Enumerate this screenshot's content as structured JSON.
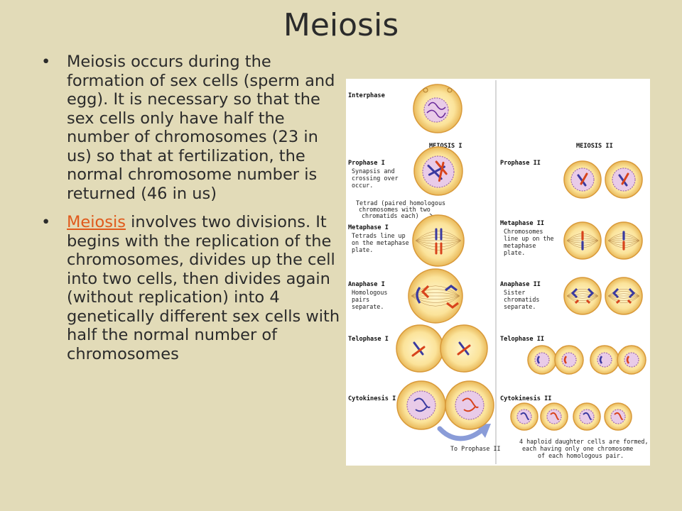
{
  "slide": {
    "title": "Meiosis",
    "bullets": [
      {
        "text": "Meiosis occurs during the formation of sex cells (sperm and egg).  It is necessary so that the sex cells only have half the number of chromosomes (23 in us) so that at fertilization, the normal chromosome number is returned (46 in us)"
      },
      {
        "link": "Meiosis",
        "text": " involves two divisions.  It begins with the replication of the chromosomes, divides up the cell into two cells, then divides again (without replication) into 4 genetically different sex cells with half the normal number of chromosomes"
      }
    ],
    "bullet_glyph": "•",
    "link_color": "#e05a1c"
  },
  "figure": {
    "headers": {
      "meiosis1": "MEIOSIS I",
      "meiosis2": "MEIOSIS II"
    },
    "interphase": "Interphase",
    "left": {
      "prophase": {
        "name": "Prophase I",
        "desc": [
          "Synapsis and",
          "crossing over",
          "occur."
        ]
      },
      "tetrad_note": [
        "Tetrad (paired homologous",
        "chromosomes with two",
        "chromatids each)"
      ],
      "metaphase": {
        "name": "Metaphase I",
        "desc": [
          "Tetrads line up",
          "on the metaphase",
          "plate."
        ]
      },
      "anaphase": {
        "name": "Anaphase I",
        "desc": [
          "Homologous",
          "pairs",
          "separate."
        ]
      },
      "telophase": {
        "name": "Telophase I"
      },
      "cytokinesis": {
        "name": "Cytokinesis I"
      },
      "arrow_label": "To Prophase II"
    },
    "right": {
      "prophase": {
        "name": "Prophase II"
      },
      "metaphase": {
        "name": "Metaphase II",
        "desc": [
          "Chromosomes",
          "line up on the",
          "metaphase",
          "plate."
        ]
      },
      "anaphase": {
        "name": "Anaphase II",
        "desc": [
          "Sister",
          "chromatids",
          "separate."
        ]
      },
      "telophase": {
        "name": "Telophase II"
      },
      "cytokinesis": {
        "name": "Cytokinesis II"
      },
      "caption": [
        "4 haploid daughter cells are formed,",
        "each having only one chromosome",
        "of each homologous pair."
      ]
    },
    "colors": {
      "cell_fill": "#fbe6a0",
      "cell_edge": "#d99a3a",
      "chromosome_blue": "#3a3aa0",
      "chromosome_red": "#d8431c"
    }
  }
}
